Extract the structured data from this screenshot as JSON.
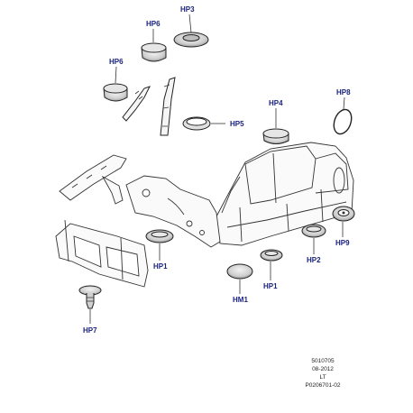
{
  "callouts": {
    "hp3": "HP3",
    "hp6_top": "HP6",
    "hp6_left": "HP6",
    "hp4": "HP4",
    "hp8": "HP8",
    "hp5": "HP5",
    "hp1_left": "HP1",
    "hp1_right": "HP1",
    "hp2": "HP2",
    "hp9": "HP9",
    "hm1": "HM1",
    "hp7": "HP7"
  },
  "reference": {
    "code": "5010705",
    "date": "08-2012",
    "lang": "LT",
    "figure": "P0206701-02"
  },
  "colors": {
    "callout_text": "#1a237e",
    "line_art": "#222222",
    "plug_fill": "#d9d9d9"
  }
}
